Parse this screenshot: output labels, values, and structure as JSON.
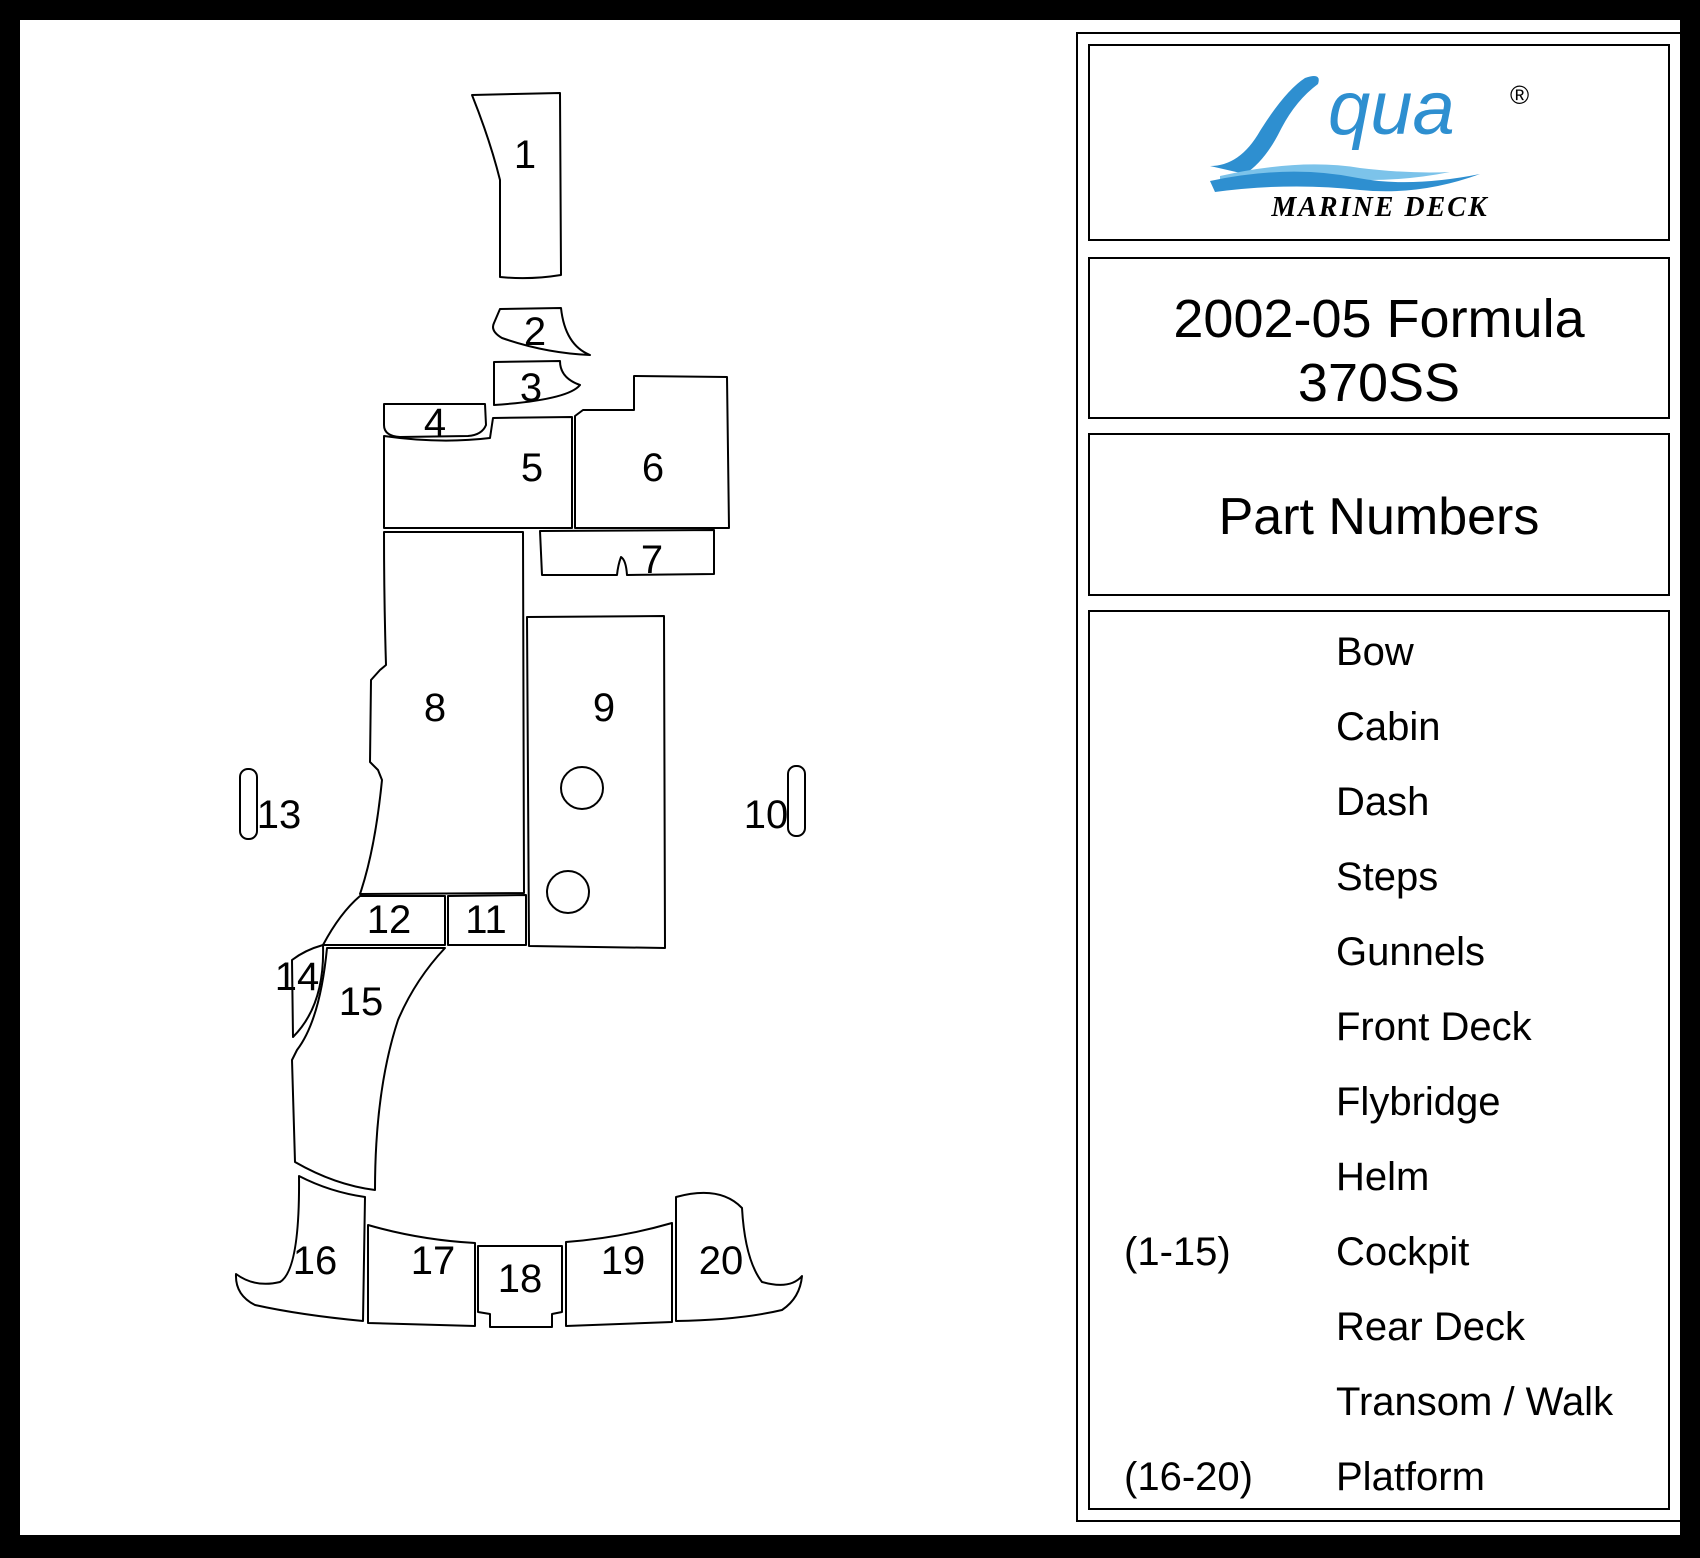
{
  "brand": {
    "logo_word": "qua",
    "registered_mark": "®",
    "tagline": "MARINE DECK",
    "accent_color": "#2e8fd0",
    "light_accent": "#7cc3ea"
  },
  "title": {
    "line1": "2002-05 Formula",
    "line2": "370SS"
  },
  "part_numbers_heading": "Part Numbers",
  "areas": [
    {
      "range": "",
      "name": "Bow"
    },
    {
      "range": "",
      "name": "Cabin"
    },
    {
      "range": "",
      "name": "Dash"
    },
    {
      "range": "",
      "name": "Steps"
    },
    {
      "range": "",
      "name": "Gunnels"
    },
    {
      "range": "",
      "name": "Front Deck"
    },
    {
      "range": "",
      "name": "Flybridge"
    },
    {
      "range": "",
      "name": "Helm"
    },
    {
      "range": "(1-15)",
      "name": "Cockpit"
    },
    {
      "range": "",
      "name": "Rear Deck"
    },
    {
      "range": "",
      "name": "Transom / Walk"
    },
    {
      "range": "(16-20)",
      "name": "Platform"
    }
  ],
  "pieces": [
    "1",
    "2",
    "3",
    "4",
    "5",
    "6",
    "7",
    "8",
    "9",
    "10",
    "11",
    "12",
    "13",
    "14",
    "15",
    "16",
    "17",
    "18",
    "19",
    "20"
  ]
}
